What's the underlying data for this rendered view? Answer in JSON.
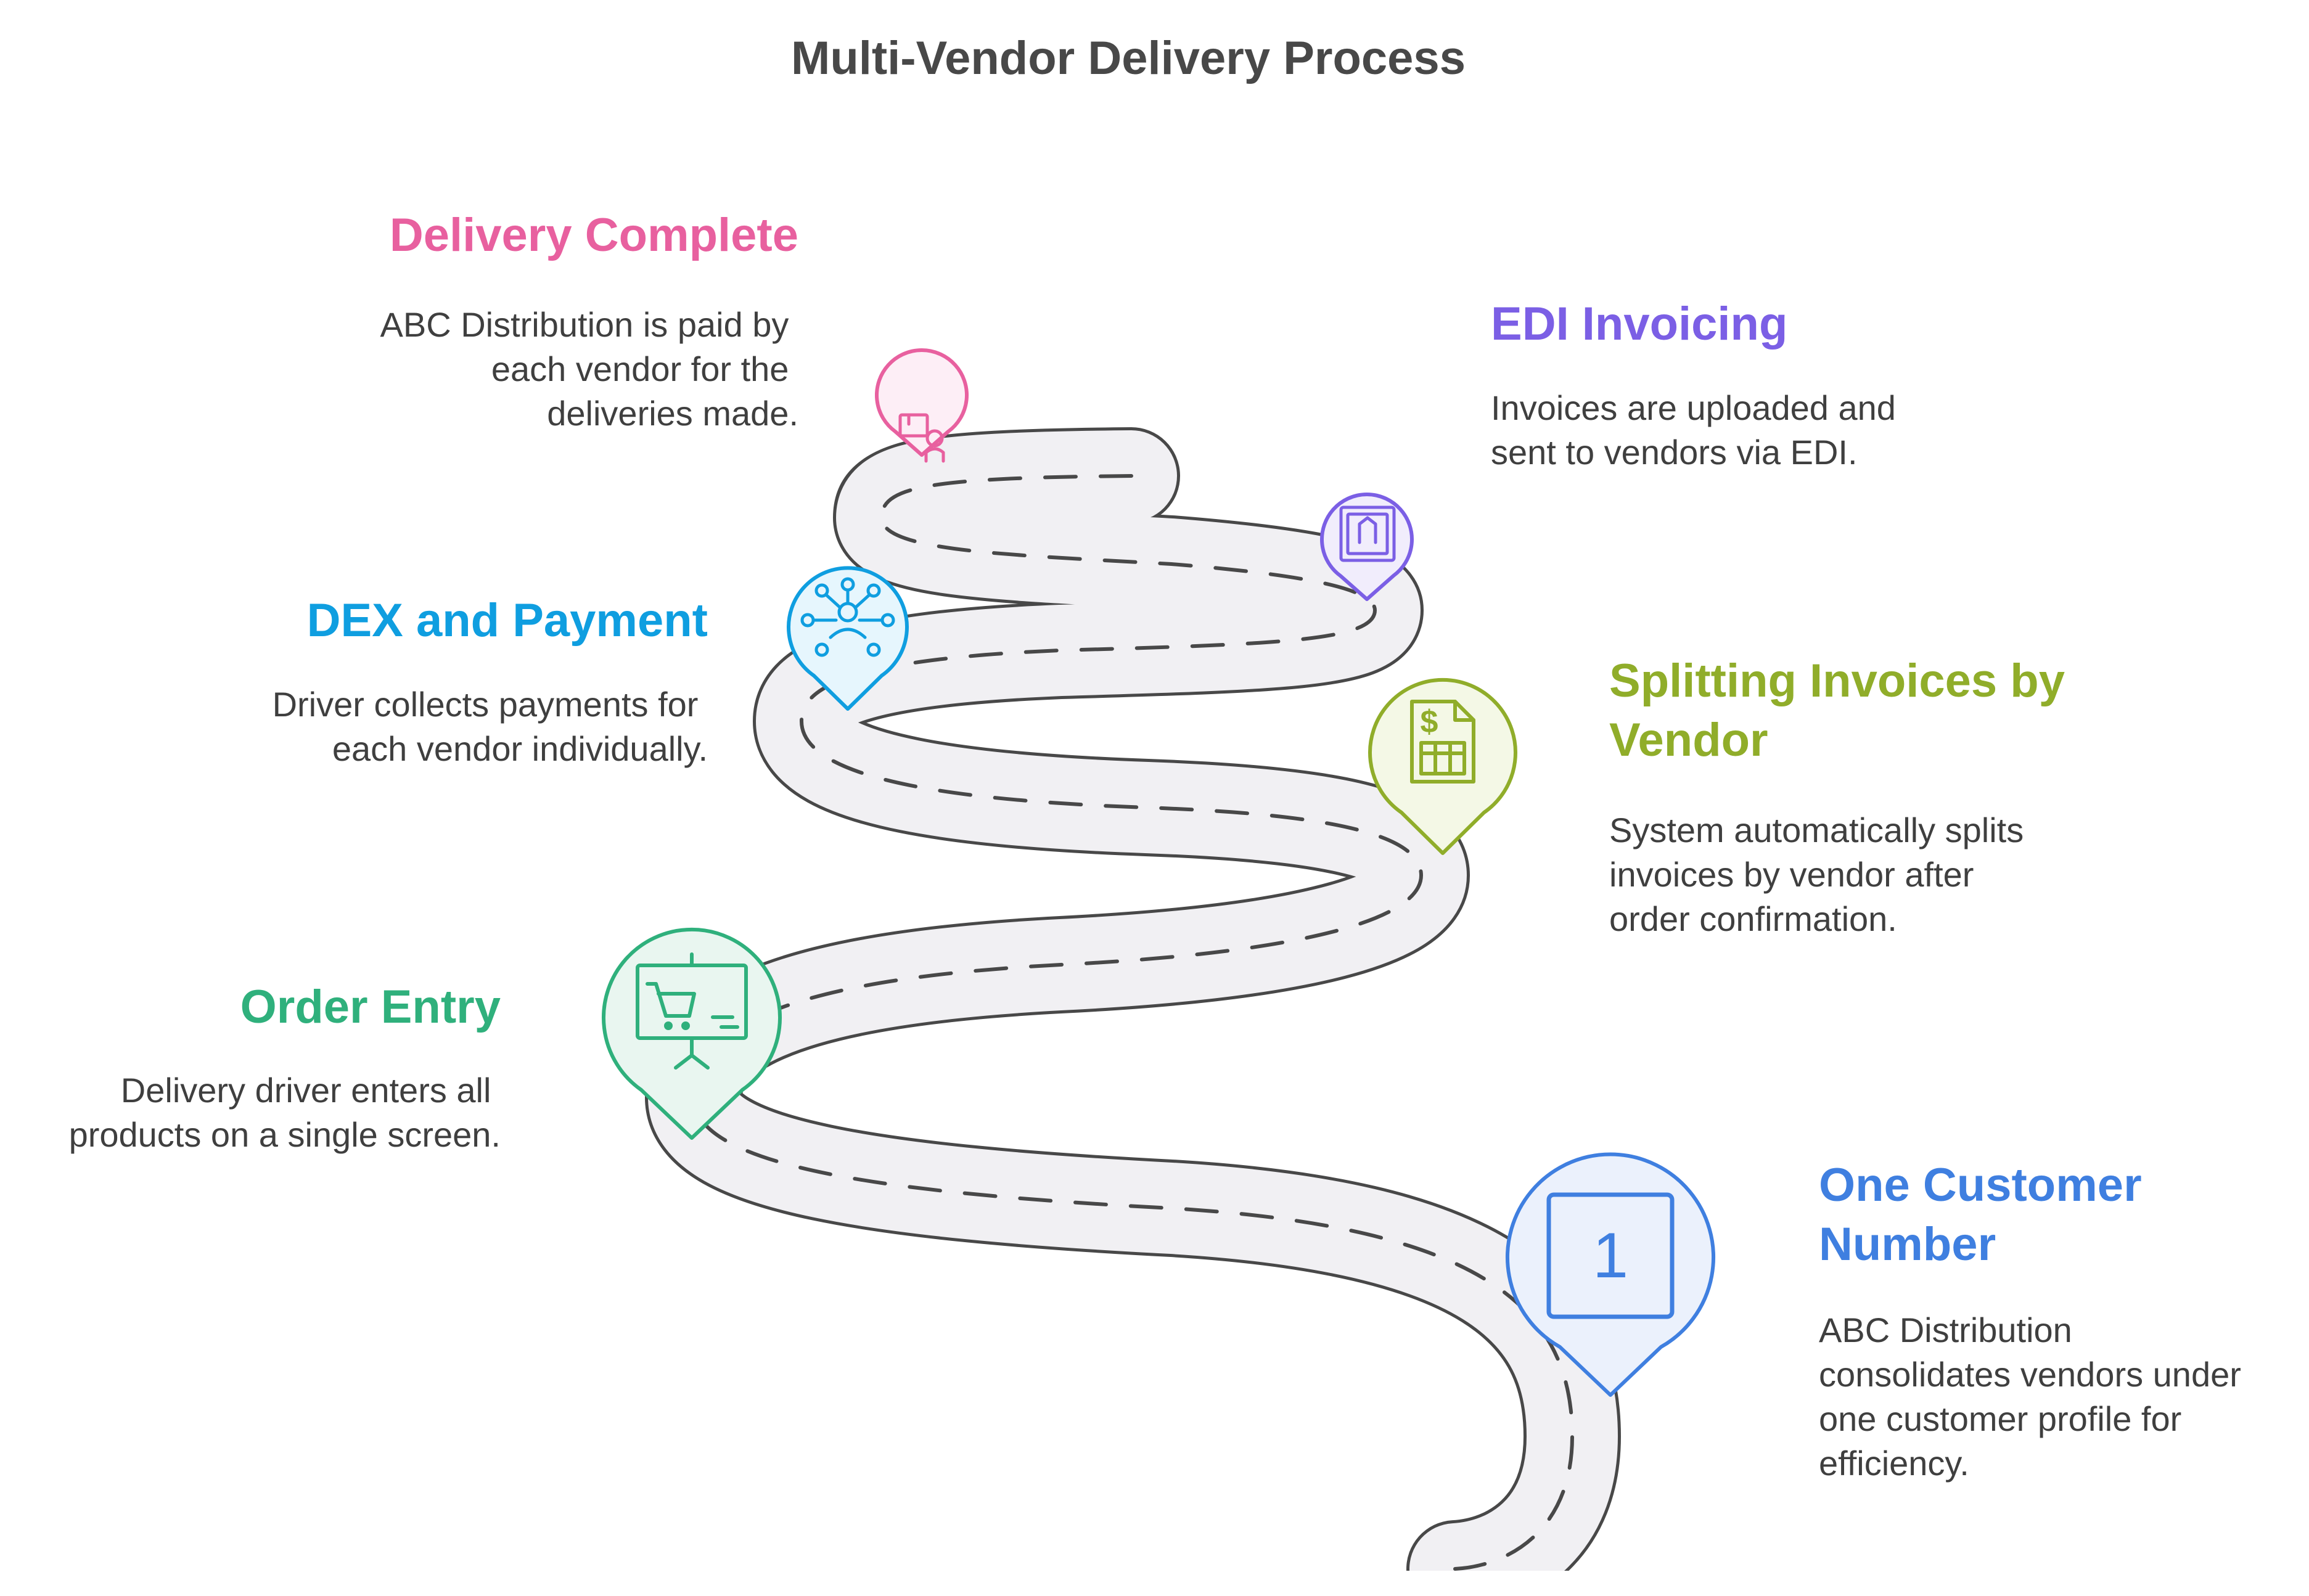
{
  "title": "Multi-Vendor Delivery Process",
  "steps": [
    {
      "heading": [
        "Delivery Complete"
      ],
      "description": [
        "ABC Distribution is paid by",
        "each vendor for the",
        "deliveries made."
      ],
      "icon": "delivery-person-icon",
      "color": "#e8609f"
    },
    {
      "heading": [
        "EDI Invoicing"
      ],
      "description": [
        "Invoices are uploaded and",
        "sent to vendors via EDI."
      ],
      "icon": "upload-icon",
      "color": "#7b5fe5"
    },
    {
      "heading": [
        "DEX and Payment"
      ],
      "description": [
        "Driver collects payments for",
        "each vendor individually."
      ],
      "icon": "network-user-icon",
      "color": "#0f9ee0"
    },
    {
      "heading": [
        "Splitting Invoices by",
        "Vendor"
      ],
      "description": [
        "System automatically splits",
        "invoices by vendor after",
        "order confirmation."
      ],
      "icon": "invoice-icon",
      "color": "#90ad2a"
    },
    {
      "heading": [
        "Order Entry"
      ],
      "description": [
        "Delivery driver enters all",
        "products on a single screen."
      ],
      "icon": "cart-screen-icon",
      "color": "#2fb07c"
    },
    {
      "heading": [
        "One Customer",
        "Number"
      ],
      "description": [
        "ABC Distribution",
        "consolidates vendors under",
        "one customer profile for",
        "efficiency."
      ],
      "icon": "number-one-icon",
      "color": "#3f7fe0"
    }
  ],
  "icon_glyphs": {
    "number-one-icon": "1"
  }
}
